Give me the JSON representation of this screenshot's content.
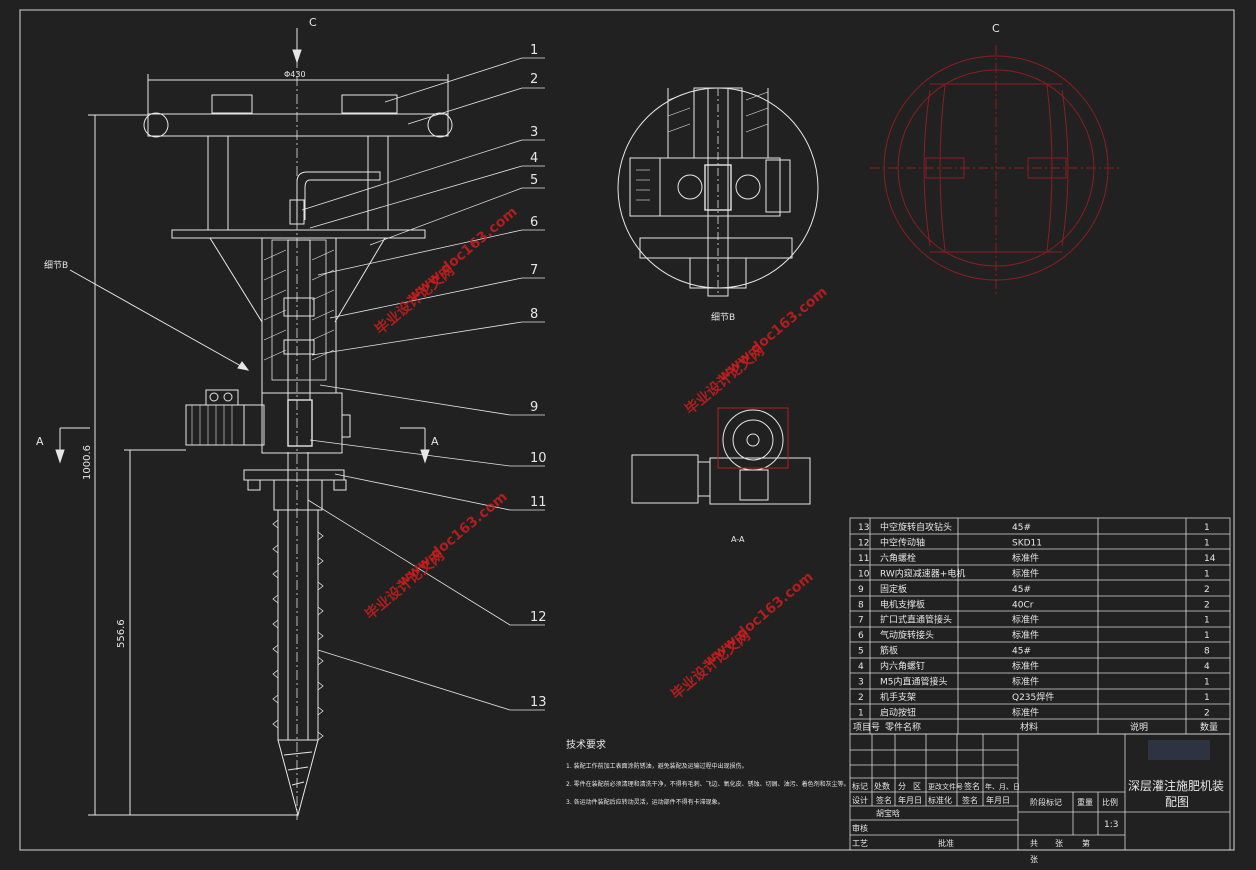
{
  "views": {
    "section_mark_c": "C",
    "section_mark_a": "A",
    "width_dim": "Φ430",
    "height_dim_total": "1000.6",
    "height_dim_lower": "556.6",
    "detail_b_label": "细节B",
    "detail_b_title": "细节B",
    "section_aa_title": "A-A",
    "view_c_label": "C"
  },
  "balloons": [
    "1",
    "2",
    "3",
    "4",
    "5",
    "6",
    "7",
    "8",
    "9",
    "10",
    "11",
    "12",
    "13"
  ],
  "bom": {
    "rows": [
      {
        "no": "13",
        "name": "中空旋转自攻钻头",
        "material": "45#",
        "note": "",
        "qty": "1"
      },
      {
        "no": "12",
        "name": "中空传动轴",
        "material": "SKD11",
        "note": "",
        "qty": "1"
      },
      {
        "no": "11",
        "name": "六角螺栓",
        "material": "标准件",
        "note": "",
        "qty": "14"
      },
      {
        "no": "10",
        "name": "RW内窥减速器+电机",
        "material": "标准件",
        "note": "",
        "qty": "1"
      },
      {
        "no": "9",
        "name": "固定板",
        "material": "45#",
        "note": "",
        "qty": "2"
      },
      {
        "no": "8",
        "name": "电机支撑板",
        "material": "40Cr",
        "note": "",
        "qty": "2"
      },
      {
        "no": "7",
        "name": "扩口式直通管接头",
        "material": "标准件",
        "note": "",
        "qty": "1"
      },
      {
        "no": "6",
        "name": "气动旋转接头",
        "material": "标准件",
        "note": "",
        "qty": "1"
      },
      {
        "no": "5",
        "name": "筋板",
        "material": "45#",
        "note": "",
        "qty": "8"
      },
      {
        "no": "4",
        "name": "内六角螺钉",
        "material": "标准件",
        "note": "",
        "qty": "4"
      },
      {
        "no": "3",
        "name": "M5内直通管接头",
        "material": "标准件",
        "note": "",
        "qty": "1"
      },
      {
        "no": "2",
        "name": "机手支架",
        "material": "Q235焊件",
        "note": "",
        "qty": "1"
      },
      {
        "no": "1",
        "name": "启动按钮",
        "material": "标准件",
        "note": "",
        "qty": "2"
      }
    ],
    "header": {
      "no": "项目号",
      "name": "零件名称",
      "material": "材料",
      "note": "说明",
      "qty": "数量"
    }
  },
  "title_block": {
    "title_line1": "深层灌注施肥机装",
    "title_line2": "配图",
    "scale": "1:3",
    "row_mark": [
      "标记",
      "处数",
      "分",
      "区",
      "更改文件号",
      "签名",
      "年、月、日"
    ],
    "row_design": [
      "设计",
      "签名",
      "年月日",
      "标准化",
      "签名",
      "年月日"
    ],
    "designer": "胡宝晗",
    "review": "审核",
    "process": "工艺",
    "approve": "批准",
    "stage_mark": "阶段标记",
    "weight": "重量",
    "scale_label": "比例",
    "total": "共",
    "sheets": "张",
    "sheet_no": "第",
    "sheet_unit": "张"
  },
  "tech_req": {
    "title": "技术要求",
    "items": [
      "1. 装配工作前加工表面涂防锈油，避免装配及运输过程中出现损伤。",
      "2. 零件在装配前必须清理和清洗干净，不得有毛刺、飞边、氧化皮、锈蚀、切屑、油污、着色剂和灰尘等。",
      "3. 各运动件装配后应转动灵活，运动部件不得有卡滞现象。"
    ]
  },
  "watermark": {
    "text1": "毕业设计论文网",
    "text2": "www.doc163.com"
  },
  "colors": {
    "background": "#212121",
    "lines": "#e6e6e6",
    "watermark": "#c81e1e",
    "view_c": "#8a1e22"
  }
}
